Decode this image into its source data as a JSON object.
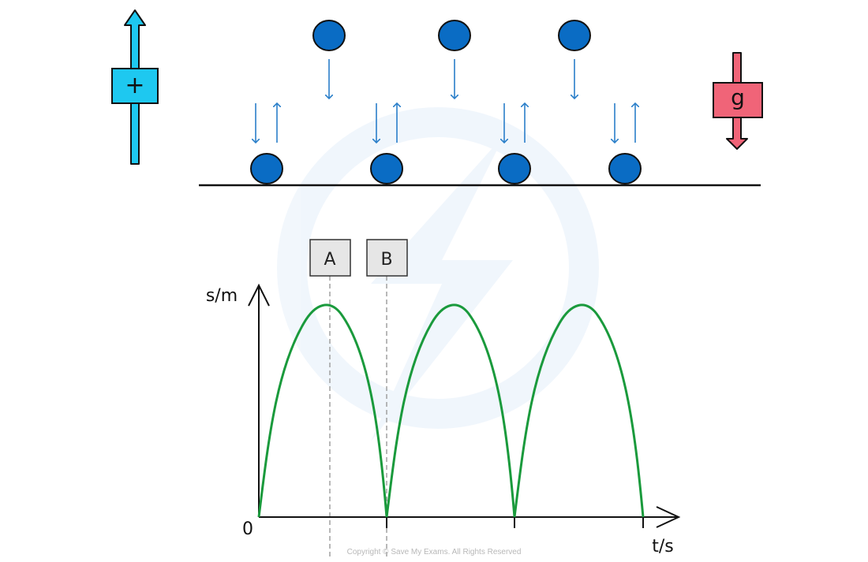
{
  "sign_convention": {
    "positive_label": "+",
    "gravity_label": "g",
    "positive_color": "#1ec8f0",
    "gravity_color": "#f06478"
  },
  "ball_color": "#0a6cc4",
  "curve_color": "#1a9a3c",
  "graph": {
    "y_label": "s/m",
    "x_label": "t/s",
    "origin_label": "0",
    "markers": [
      {
        "label": "A"
      },
      {
        "label": "B"
      }
    ]
  },
  "copyright": "Copyright © Save My Exams. All Rights Reserved"
}
